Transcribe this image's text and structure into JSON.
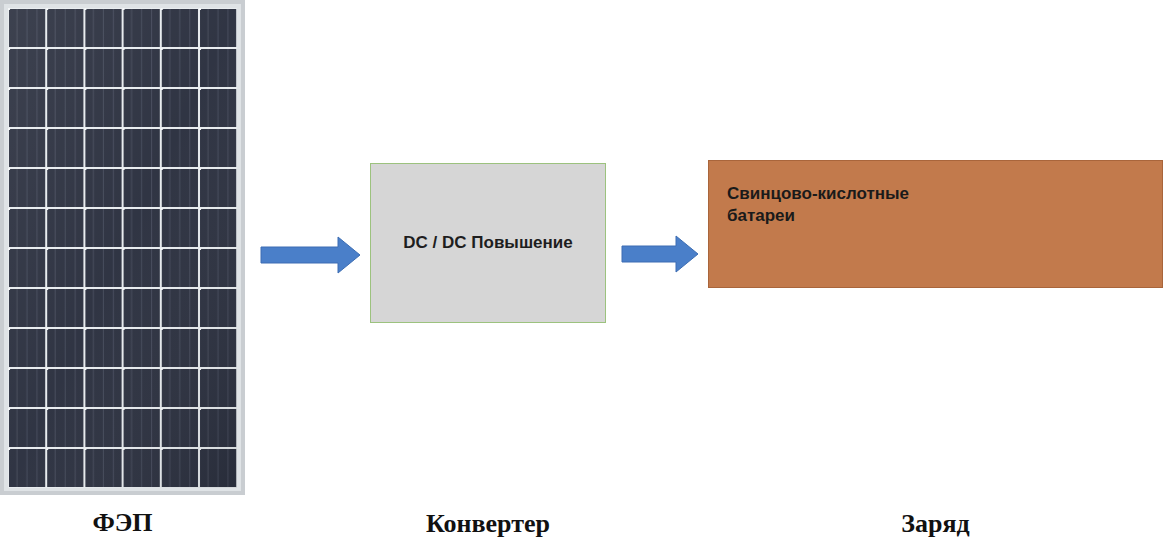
{
  "diagram": {
    "nodes": [
      {
        "text": [
          "ФЭП"
        ]
      },
      {
        "text": [
          "DC / DC Повышение",
          "Конвертер"
        ]
      },
      {
        "text": [
          "Свинцово-кислотные батареи",
          "Заряд"
        ]
      }
    ],
    "edges": [
      {
        "from": 0,
        "to": 1,
        "arrow": "to"
      },
      {
        "from": 1,
        "to": 2,
        "arrow": "to"
      }
    ]
  }
}
